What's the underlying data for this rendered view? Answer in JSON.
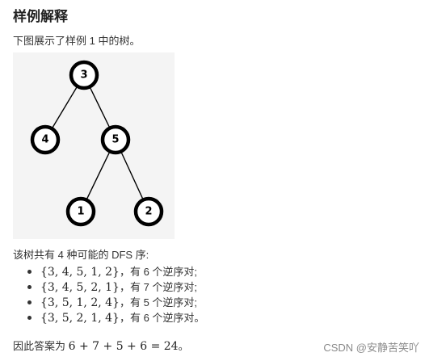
{
  "heading": "样例解释",
  "intro": "下图展示了样例 1 中的树。",
  "tree": {
    "nodes": [
      "3",
      "4",
      "5",
      "1",
      "2"
    ]
  },
  "summary": "该树共有 4 种可能的 DFS 序:",
  "dfs_orders": [
    {
      "sequence": "{3, 4, 5, 1, 2}",
      "note": "，有 6 个逆序对;"
    },
    {
      "sequence": "{3, 4, 5, 2, 1}",
      "note": "，有 7 个逆序对;"
    },
    {
      "sequence": "{3, 5, 1, 2, 4}",
      "note": "，有 5 个逆序对;"
    },
    {
      "sequence": "{3, 5, 2, 1, 4}",
      "note": "，有 6 个逆序对。"
    }
  ],
  "answer": {
    "prefix": "因此答案为 ",
    "expression": "6 + 7 + 5 + 6 = 24",
    "suffix": "。"
  },
  "watermark": "CSDN @安静苦笑吖"
}
